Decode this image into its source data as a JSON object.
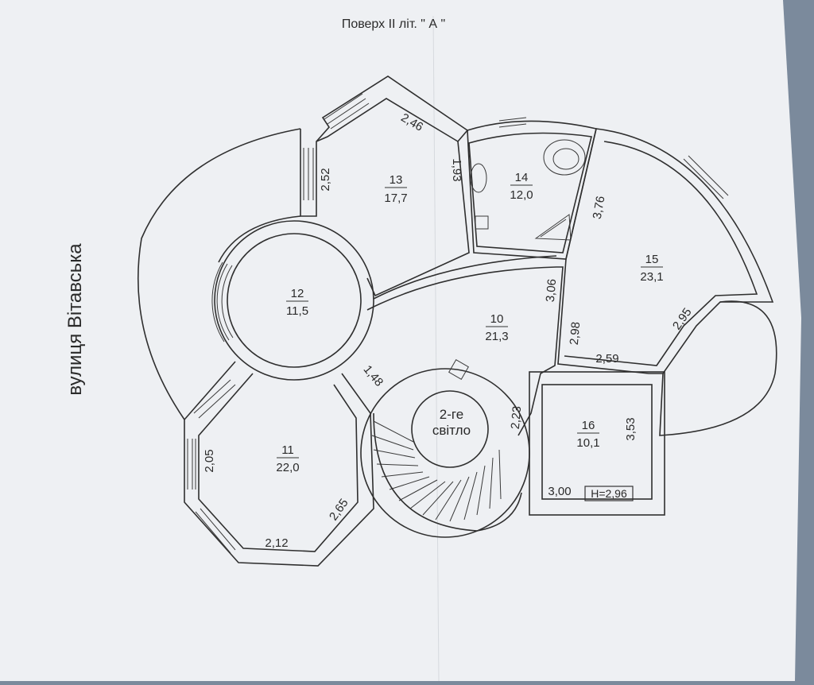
{
  "header": {
    "title": "Поверх II літ. \" А \""
  },
  "street": {
    "label": "вулиця Вітавська"
  },
  "colors": {
    "paper": "#eef0f3",
    "ink": "#2f2f2f",
    "shadow": "#7b8a9c"
  },
  "rooms": [
    {
      "number": "10",
      "area": "21,3"
    },
    {
      "number": "11",
      "area": "22,0"
    },
    {
      "number": "12",
      "area": "11,5"
    },
    {
      "number": "13",
      "area": "17,7"
    },
    {
      "number": "14",
      "area": "12,0"
    },
    {
      "number": "15",
      "area": "23,1"
    },
    {
      "number": "16",
      "area": "10,1"
    }
  ],
  "void": {
    "line1": "2-ге",
    "line2": "світло"
  },
  "height_badge": "H=2,96",
  "dimensions": [
    "2,46",
    "1,93",
    "2,52",
    "3,76",
    "3,06",
    "2,98",
    "2,95",
    "2,59",
    "1,48",
    "2,23",
    "3,53",
    "3,00",
    "2,05",
    "2,65",
    "2,12"
  ]
}
